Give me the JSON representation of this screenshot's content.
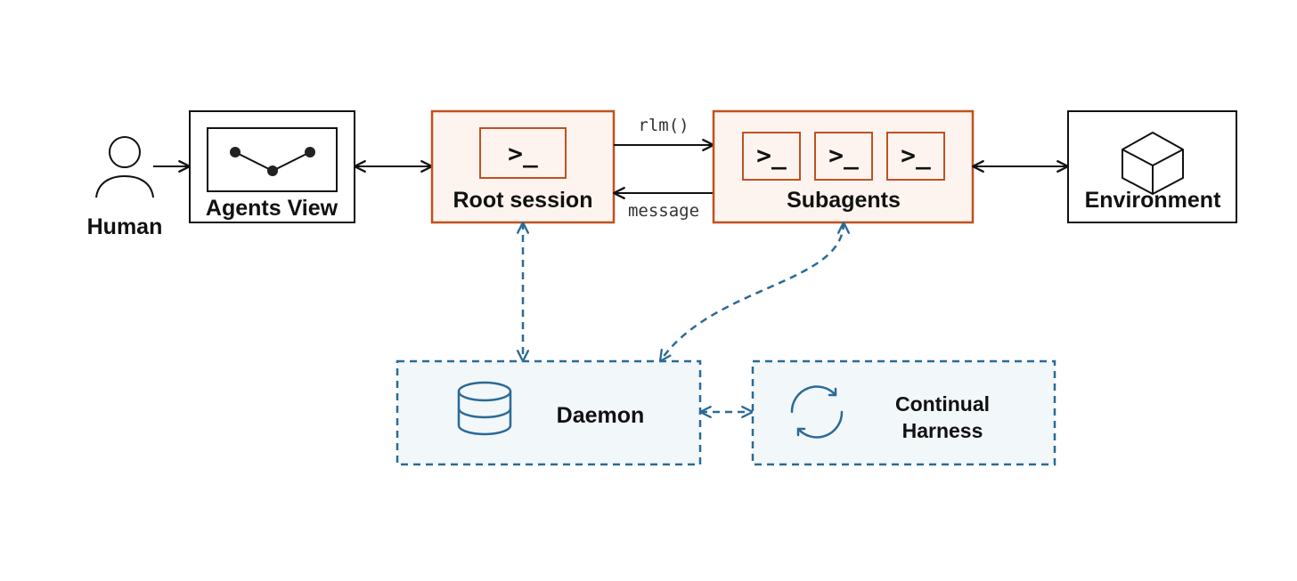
{
  "nodes": {
    "human": {
      "label": "Human"
    },
    "agents_view": {
      "label": "Agents View"
    },
    "root_session": {
      "label": "Root session",
      "prompt": ">_"
    },
    "subagents": {
      "label": "Subagents",
      "prompts": [
        ">_",
        ">_",
        ">_"
      ]
    },
    "environment": {
      "label": "Environment"
    },
    "daemon": {
      "label": "Daemon"
    },
    "continual_harness": {
      "label_line1": "Continual",
      "label_line2": "Harness"
    }
  },
  "edges": {
    "root_to_sub": "rlm()",
    "sub_to_root": "message"
  },
  "colors": {
    "session_border": "#c0511f",
    "session_fill": "#fdf4ef",
    "service_border": "#2b6a96",
    "service_fill": "#f2f7fa",
    "ink": "#111111"
  },
  "icons": {
    "human": "person-icon",
    "agents_view": "graph-icon",
    "environment": "cube-icon",
    "daemon": "database-icon",
    "continual_harness": "cycle-icon"
  }
}
